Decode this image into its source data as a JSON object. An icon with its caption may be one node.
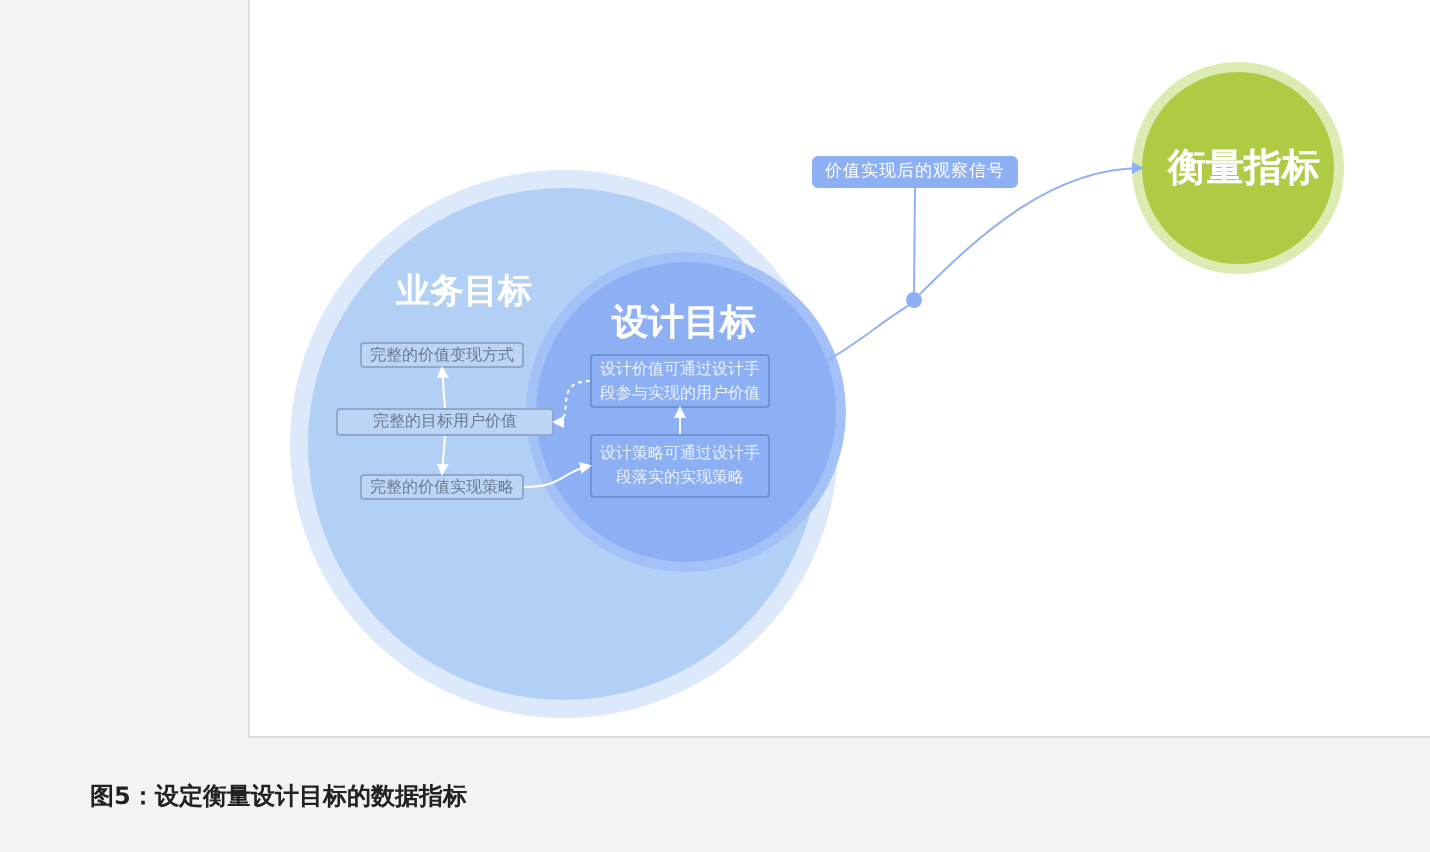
{
  "diagram": {
    "caption": "图5：设定衡量设计目标的数据指标",
    "nodes": [
      {
        "text": [
          "业务目标"
        ]
      },
      {
        "text": [
          "设计目标"
        ],
        "in": 0
      },
      {
        "text": [
          "完整的价值变现方式"
        ],
        "in": 0
      },
      {
        "text": [
          "完整的目标用户价值"
        ],
        "in": 0
      },
      {
        "text": [
          "完整的价值实现策略"
        ],
        "in": 0
      },
      {
        "text": [
          "设计价值可通过设计手段参与实现的用户价值"
        ],
        "in": 1
      },
      {
        "text": [
          "设计策略可通过设计手段落实的实现策略"
        ],
        "in": 1
      },
      {
        "text": [
          "价值实现后的观察信号"
        ]
      },
      {
        "text": [],
        "shape": "circle"
      },
      {
        "text": [
          "衡量指标"
        ]
      }
    ],
    "edges": [
      {
        "from": 3,
        "to": 2,
        "arrow": "to"
      },
      {
        "from": 3,
        "to": 4,
        "arrow": "to"
      },
      {
        "from": 6,
        "to": 5,
        "arrow": "to"
      },
      {
        "from": 5,
        "to": 3,
        "arrow": "to",
        "style": "dashed"
      },
      {
        "from": 4,
        "to": 6,
        "arrow": "to"
      },
      {
        "from": 5,
        "to": 8,
        "arrow": "none",
        "color": "#8fb1f5"
      },
      {
        "from": 8,
        "to": 9,
        "arrow": "to",
        "color": "#8fb1f5"
      },
      {
        "from": 7,
        "to": 8,
        "arrow": "none",
        "color": "#8fb1f5"
      }
    ]
  }
}
